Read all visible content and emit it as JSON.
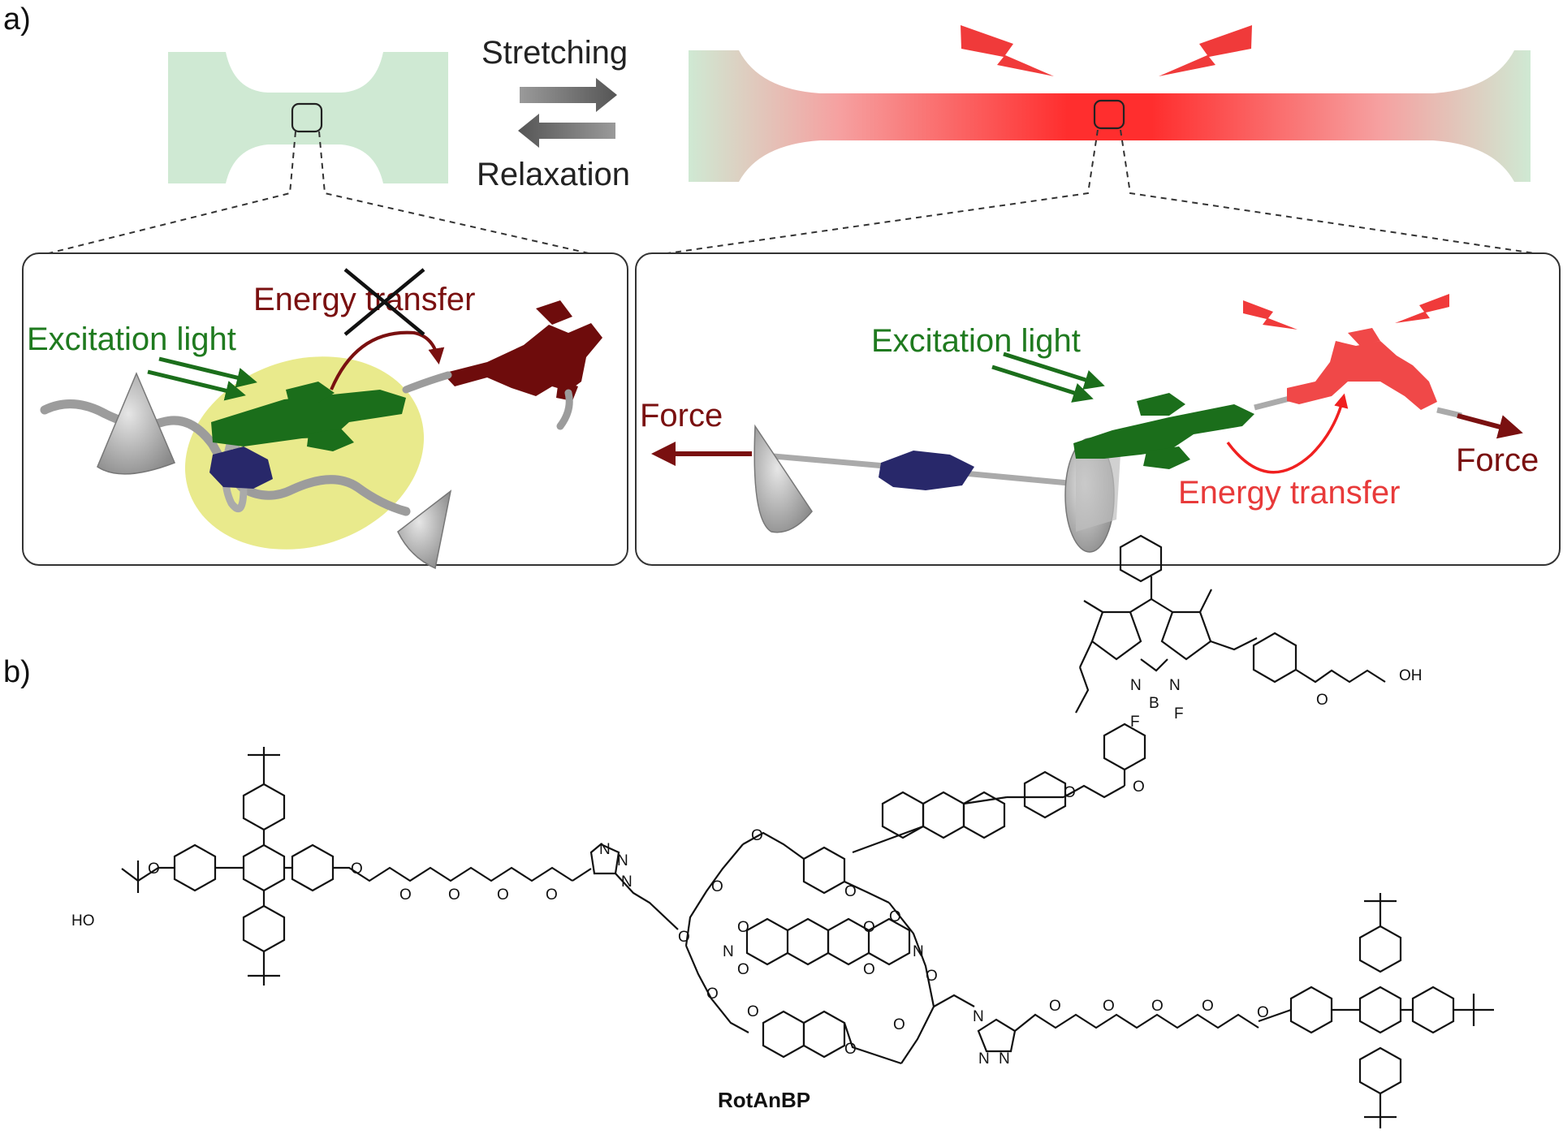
{
  "panel_a": {
    "label": "a)",
    "stretching": "Stretching",
    "relaxation": "Relaxation",
    "left_box": {
      "energy_transfer": "Energy transfer",
      "excitation_light": "Excitation light"
    },
    "right_box": {
      "excitation_light": "Excitation light",
      "force_left": "Force",
      "force_right": "Force",
      "energy_transfer": "Energy transfer"
    }
  },
  "panel_b": {
    "label": "b)",
    "compound_name": "RotAnBP",
    "atoms": {
      "ho_left": "HO",
      "oh_right": "OH",
      "o": "O",
      "n": "N",
      "b": "B",
      "f": "F"
    }
  },
  "colors": {
    "green_text": "#1f7a1f",
    "dark_red_text": "#7a1010",
    "red_text": "#e83a3a",
    "film_green": "#cfe9d3",
    "film_red": "#ff3030",
    "donor_green": "#1b6e1b",
    "acceptor_dark_red": "#6e0c0c",
    "acceptor_red": "#f04848",
    "quencher_navy": "#28286a",
    "halo_yellow": "#e9ea8c"
  }
}
